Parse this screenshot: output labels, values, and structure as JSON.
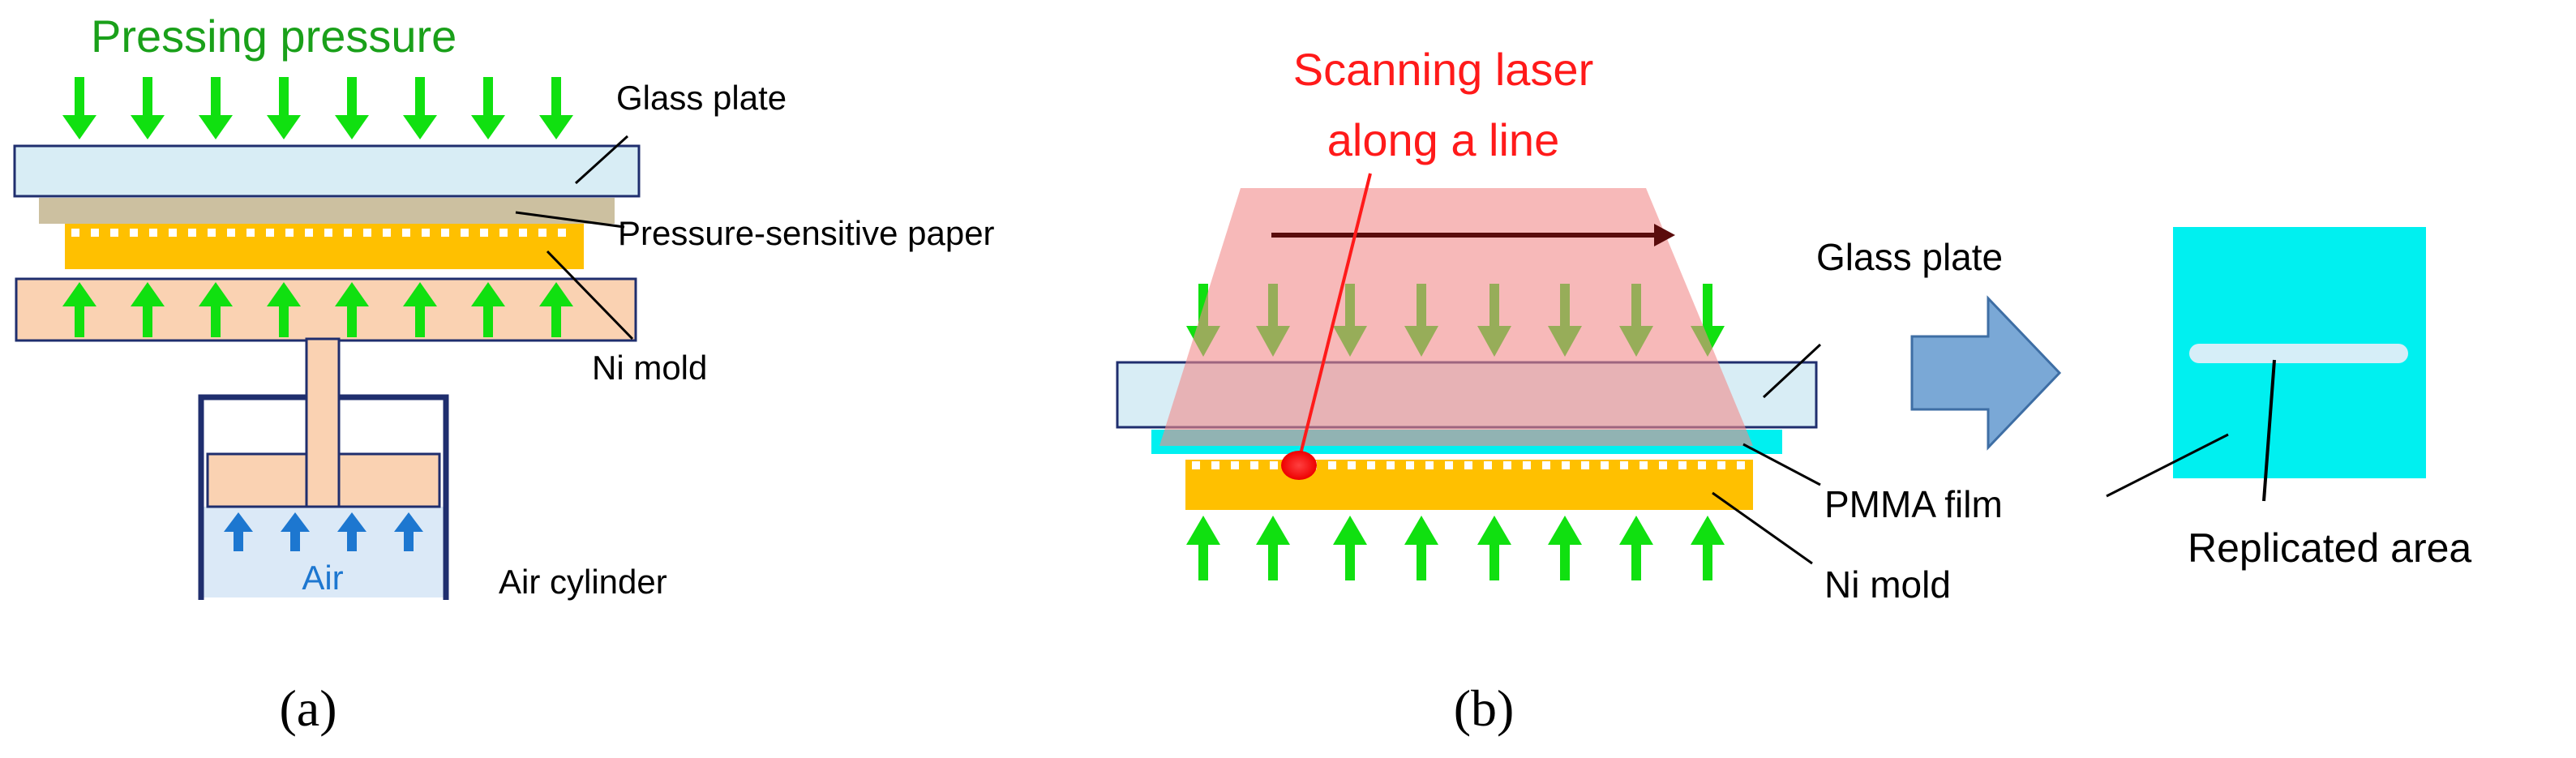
{
  "panel_a": {
    "title": "Pressing pressure",
    "labels": {
      "glass_plate": "Glass plate",
      "pressure_paper": "Pressure-sensitive paper",
      "ni_mold": "Ni mold",
      "air": "Air",
      "air_cylinder": "Air cylinder"
    },
    "caption": "(a)"
  },
  "panel_b": {
    "title_line1": "Scanning laser",
    "title_line2": "along a line",
    "labels": {
      "glass_plate": "Glass plate",
      "pmma_film": "PMMA film",
      "ni_mold": "Ni mold",
      "replicated_area": "Replicated area"
    },
    "caption": "(b)"
  },
  "colors": {
    "arrow_green": "#10e010",
    "title_green": "#1aa01a",
    "laser_red": "#ff1a1a",
    "glass": "#d8edf5",
    "paper": "#ccc0a0",
    "mold": "#ffc000",
    "platen": "#fad2b2",
    "cylinder_frame": "#1f2e6e",
    "air_fill": "#dbe9f7",
    "air_arrow": "#1d77d0",
    "pmma": "#00f0f0",
    "laser_beam": "#f59a9a",
    "big_arrow": "#7aa8d6",
    "scan_arrow": "#5a0c0c"
  }
}
